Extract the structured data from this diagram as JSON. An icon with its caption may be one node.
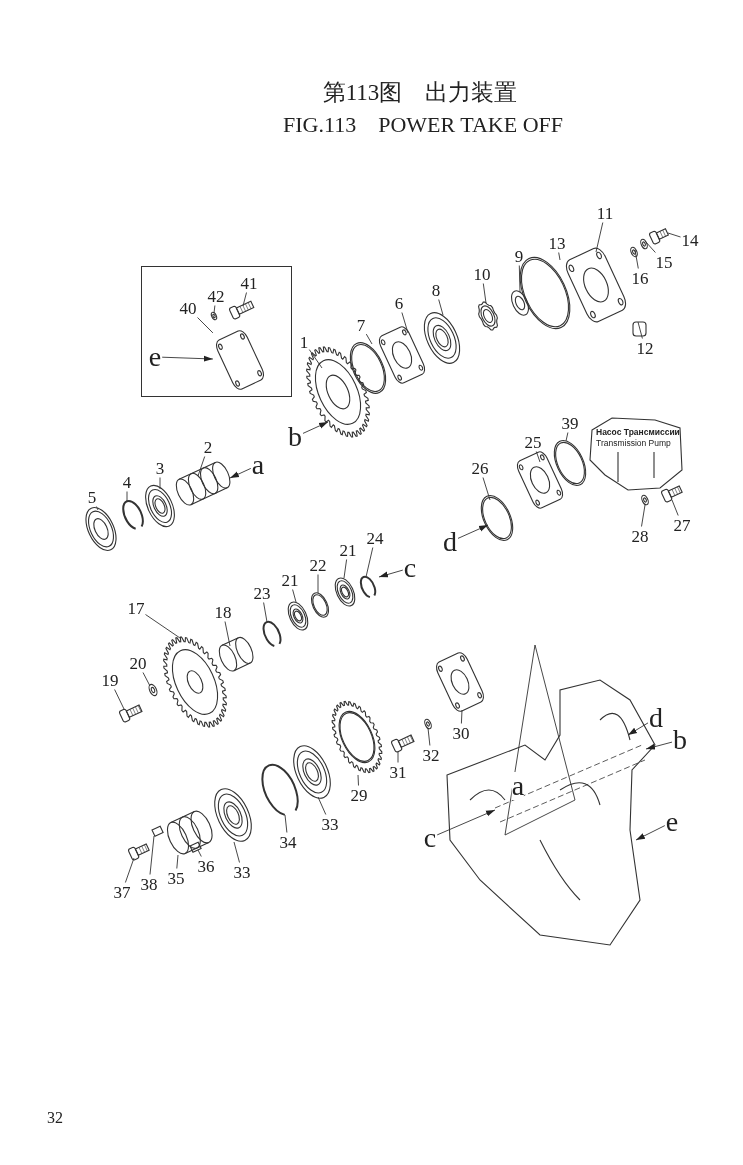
{
  "diagram": {
    "title": "第113图　出力装置",
    "nodes": [
      {
        "text": [],
        "shape": "box"
      },
      {
        "text": [
          "40"
        ],
        "in": 0
      },
      {
        "text": [
          "41"
        ],
        "in": 0
      },
      {
        "text": [
          "42"
        ],
        "in": 0
      },
      {
        "text": [
          "e"
        ],
        "in": 0
      },
      {
        "text": [
          "1"
        ]
      },
      {
        "text": [
          "2"
        ]
      },
      {
        "text": [
          "3"
        ]
      },
      {
        "text": [
          "4"
        ]
      },
      {
        "text": [
          "5"
        ]
      },
      {
        "text": [
          "6"
        ]
      },
      {
        "text": [
          "7"
        ]
      },
      {
        "text": [
          "8"
        ]
      },
      {
        "text": [
          "9"
        ]
      },
      {
        "text": [
          "10"
        ]
      },
      {
        "text": [
          "11"
        ]
      },
      {
        "text": [
          "12"
        ]
      },
      {
        "text": [
          "13"
        ]
      },
      {
        "text": [
          "14"
        ]
      },
      {
        "text": [
          "15"
        ]
      },
      {
        "text": [
          "16"
        ]
      },
      {
        "text": [
          "17"
        ]
      },
      {
        "text": [
          "18"
        ]
      },
      {
        "text": [
          "19"
        ]
      },
      {
        "text": [
          "20"
        ]
      },
      {
        "text": [
          "21"
        ]
      },
      {
        "text": [
          "21"
        ]
      },
      {
        "text": [
          "22"
        ]
      },
      {
        "text": [
          "23"
        ]
      },
      {
        "text": [
          "24"
        ]
      },
      {
        "text": [
          "25"
        ]
      },
      {
        "text": [
          "26"
        ]
      },
      {
        "text": [
          "27"
        ]
      },
      {
        "text": [
          "28"
        ]
      },
      {
        "text": [
          "29"
        ]
      },
      {
        "text": [
          "30"
        ]
      },
      {
        "text": [
          "31"
        ]
      },
      {
        "text": [
          "32"
        ]
      },
      {
        "text": [
          "33"
        ]
      },
      {
        "text": [
          "33"
        ]
      },
      {
        "text": [
          "34"
        ]
      },
      {
        "text": [
          "35"
        ]
      },
      {
        "text": [
          "36"
        ]
      },
      {
        "text": [
          "37"
        ]
      },
      {
        "text": [
          "38"
        ]
      },
      {
        "text": [
          "39"
        ]
      },
      {
        "text": [
          "a"
        ]
      },
      {
        "text": [
          "b"
        ]
      },
      {
        "text": [
          "c"
        ]
      },
      {
        "text": [
          "d"
        ]
      },
      {
        "text": [
          "d"
        ]
      },
      {
        "text": [
          "b"
        ]
      },
      {
        "text": [
          "c"
        ]
      },
      {
        "text": [
          "e"
        ]
      },
      {
        "text": [
          "Насос Трансмиссии",
          "Transmission Pump"
        ]
      },
      {
        "text": [],
        "shape": "plate",
        "in": 0
      },
      {
        "text": [],
        "shape": "bolt",
        "in": 0
      },
      {
        "text": [],
        "shape": "washer",
        "in": 0
      },
      {
        "text": [],
        "shape": "gear"
      },
      {
        "text": [],
        "shape": "shaft"
      },
      {
        "text": [],
        "shape": "bearing"
      },
      {
        "text": [],
        "shape": "clip"
      },
      {
        "text": [],
        "shape": "seal"
      },
      {
        "text": [],
        "shape": "plate"
      },
      {
        "text": [],
        "shape": "ring"
      },
      {
        "text": [],
        "shape": "bearing"
      },
      {
        "text": [],
        "shape": "nut"
      },
      {
        "text": [],
        "shape": "gear"
      },
      {
        "text": [],
        "shape": "plate"
      },
      {
        "text": [],
        "shape": "plug"
      },
      {
        "text": [],
        "shape": "ring"
      },
      {
        "text": [],
        "shape": "bolt"
      },
      {
        "text": [],
        "shape": "washer"
      },
      {
        "text": [],
        "shape": "washer"
      },
      {
        "text": [],
        "shape": "gear"
      },
      {
        "text": [],
        "shape": "shaft"
      },
      {
        "text": [],
        "shape": "bolt"
      },
      {
        "text": [],
        "shape": "washer"
      },
      {
        "text": [],
        "shape": "bearing"
      },
      {
        "text": [],
        "shape": "bearing"
      },
      {
        "text": [],
        "shape": "ring"
      },
      {
        "text": [],
        "shape": "clip"
      },
      {
        "text": [],
        "shape": "clip"
      },
      {
        "text": [],
        "shape": "plate"
      },
      {
        "text": [],
        "shape": "ring"
      },
      {
        "text": [],
        "shape": "bolt"
      },
      {
        "text": [],
        "shape": "washer"
      },
      {
        "text": [],
        "shape": "gear"
      },
      {
        "text": [],
        "shape": "plate"
      },
      {
        "text": [],
        "shape": "bolt"
      },
      {
        "text": [],
        "shape": "washer"
      },
      {
        "text": [],
        "shape": "bearing"
      },
      {
        "text": [],
        "shape": "bearing"
      },
      {
        "text": [],
        "shape": "clip"
      },
      {
        "text": [],
        "shape": "shaft"
      },
      {
        "text": [],
        "shape": "box",
        "in": 94
      },
      {
        "text": [],
        "shape": "bolt"
      },
      {
        "text": [],
        "shape": "box"
      },
      {
        "text": [],
        "shape": "ring"
      },
      {
        "text": [],
        "shape": "housing"
      }
    ],
    "edges": [
      {
        "from": 1,
        "to": 55,
        "arrow": "none"
      },
      {
        "from": 2,
        "to": 56,
        "arrow": "none"
      },
      {
        "from": 3,
        "to": 57,
        "arrow": "none"
      },
      {
        "from": 4,
        "to": 55,
        "arrow": "to"
      },
      {
        "from": 5,
        "to": 58,
        "arrow": "none"
      },
      {
        "from": 6,
        "to": 59,
        "arrow": "none"
      },
      {
        "from": 7,
        "to": 60,
        "arrow": "none"
      },
      {
        "from": 8,
        "to": 61,
        "arrow": "none"
      },
      {
        "from": 9,
        "to": 62,
        "arrow": "none"
      },
      {
        "from": 10,
        "to": 63,
        "arrow": "none"
      },
      {
        "from": 11,
        "to": 64,
        "arrow": "none"
      },
      {
        "from": 12,
        "to": 65,
        "arrow": "none"
      },
      {
        "from": 13,
        "to": 66,
        "arrow": "none"
      },
      {
        "from": 14,
        "to": 67,
        "arrow": "none"
      },
      {
        "from": 15,
        "to": 68,
        "arrow": "none"
      },
      {
        "from": 16,
        "to": 69,
        "arrow": "none"
      },
      {
        "from": 17,
        "to": 70,
        "arrow": "none"
      },
      {
        "from": 18,
        "to": 71,
        "arrow": "none"
      },
      {
        "from": 19,
        "to": 72,
        "arrow": "none"
      },
      {
        "from": 20,
        "to": 73,
        "arrow": "none"
      },
      {
        "from": 21,
        "to": 74,
        "arrow": "none"
      },
      {
        "from": 22,
        "to": 75,
        "arrow": "none"
      },
      {
        "from": 23,
        "to": 76,
        "arrow": "none"
      },
      {
        "from": 24,
        "to": 77,
        "arrow": "none"
      },
      {
        "from": 25,
        "to": 78,
        "arrow": "none"
      },
      {
        "from": 26,
        "to": 79,
        "arrow": "none"
      },
      {
        "from": 27,
        "to": 80,
        "arrow": "none"
      },
      {
        "from": 28,
        "to": 81,
        "arrow": "none"
      },
      {
        "from": 29,
        "to": 82,
        "arrow": "none"
      },
      {
        "from": 30,
        "to": 83,
        "arrow": "none"
      },
      {
        "from": 31,
        "to": 84,
        "arrow": "none"
      },
      {
        "from": 32,
        "to": 85,
        "arrow": "none"
      },
      {
        "from": 33,
        "to": 86,
        "arrow": "none"
      },
      {
        "from": 34,
        "to": 87,
        "arrow": "none"
      },
      {
        "from": 35,
        "to": 88,
        "arrow": "none"
      },
      {
        "from": 36,
        "to": 89,
        "arrow": "none"
      },
      {
        "from": 37,
        "to": 90,
        "arrow": "none"
      },
      {
        "from": 38,
        "to": 91,
        "arrow": "none"
      },
      {
        "from": 39,
        "to": 92,
        "arrow": "none"
      },
      {
        "from": 40,
        "to": 93,
        "arrow": "none"
      },
      {
        "from": 41,
        "to": 94,
        "arrow": "none"
      },
      {
        "from": 42,
        "to": 95,
        "arrow": "none"
      },
      {
        "from": 43,
        "to": 96,
        "arrow": "none"
      },
      {
        "from": 44,
        "to": 97,
        "arrow": "none"
      },
      {
        "from": 45,
        "to": 98,
        "arrow": "none"
      },
      {
        "from": 46,
        "to": 59,
        "arrow": "to"
      },
      {
        "from": 47,
        "to": 58,
        "arrow": "to"
      },
      {
        "from": 48,
        "to": 82,
        "arrow": "to"
      },
      {
        "from": 49,
        "to": 84,
        "arrow": "to"
      },
      {
        "from": 50,
        "to": 99,
        "arrow": "to"
      },
      {
        "from": 51,
        "to": 99,
        "arrow": "to"
      },
      {
        "from": 52,
        "to": 99,
        "arrow": "to"
      },
      {
        "from": 53,
        "to": 99,
        "arrow": "to"
      }
    ],
    "labels": [
      "FIG.113　POWER TAKE OFF",
      "a",
      "32"
    ]
  }
}
